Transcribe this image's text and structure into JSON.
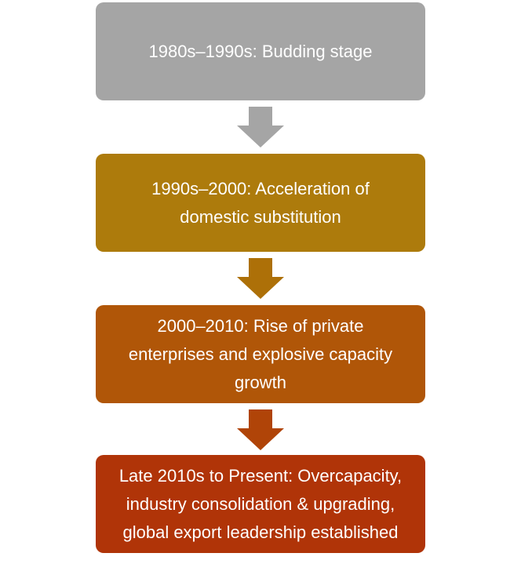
{
  "stages": [
    {
      "lines": [
        "1980s–1990s:  Budding stage"
      ],
      "color": "#a5a5a5"
    },
    {
      "lines": [
        "1990s–2000:  Acceleration of",
        "domestic substitution"
      ],
      "color": "#ad7b0c"
    },
    {
      "lines": [
        "2000–2010:  Rise of private",
        "enterprises and explosive capacity",
        "growth"
      ],
      "color": "#b05608"
    },
    {
      "lines": [
        "Late 2010s to Present: Overcapacity,",
        "industry consolidation & upgrading,",
        "global export leadership established"
      ],
      "color": "#b03408"
    }
  ],
  "arrows": [
    {
      "icon": "down-arrow-icon",
      "color": "#a5a5a5"
    },
    {
      "icon": "down-arrow-icon",
      "color": "#ad7008"
    },
    {
      "icon": "down-arrow-icon",
      "color": "#b04408"
    }
  ]
}
